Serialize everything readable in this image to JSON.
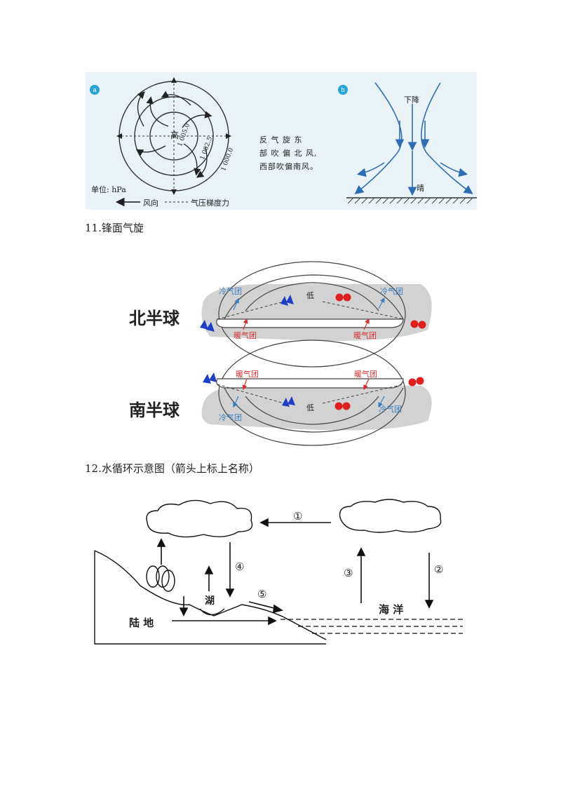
{
  "anticyclone": {
    "badge_a": "a",
    "badge_b": "b",
    "center_label": "高",
    "isobars": [
      "1 005.0",
      "1 002.5",
      "1 000.0"
    ],
    "note_lines": [
      "反 气 旋 东",
      "部 吹 偏 北 风,",
      "西部吹偏南风。"
    ],
    "unit": "单位: hPa",
    "legend_wind": "风向",
    "legend_gradient": "气压梯度力",
    "descend_label": "下降",
    "sunny_label": "晴"
  },
  "section11": {
    "heading": "11.锋面气旋",
    "north_label": "北半球",
    "south_label": "南半球",
    "low_label": "低",
    "cold_label": "冷气团",
    "warm_label": "暖气团"
  },
  "section12": {
    "heading": "12.水循环示意图（箭头上标上名称）",
    "arrows": [
      "①",
      "②",
      "③",
      "④",
      "⑤"
    ],
    "lake_label": "湖",
    "land_label": "陆 地",
    "ocean_label": "海 洋"
  },
  "colors": {
    "panel_bg": "#e9f3f8",
    "accent_blue": "#27a4d6",
    "front_red": "#e02020",
    "front_blue": "#1f3ec8",
    "shade": "#d2d2d2"
  }
}
